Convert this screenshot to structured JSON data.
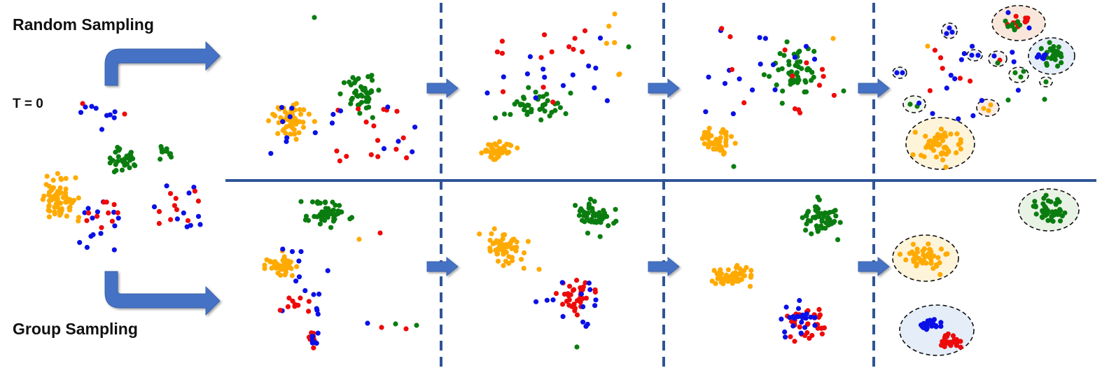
{
  "labels": {
    "random": "Random Sampling",
    "t0": "T = 0",
    "group": "Group Sampling"
  },
  "colors": {
    "orange": "#ffaa00",
    "green": "#0b7d10",
    "blue": "#0a10e6",
    "red": "#ee0a0a",
    "arrow": "#4472c4",
    "divider": "#2f5597"
  }
}
